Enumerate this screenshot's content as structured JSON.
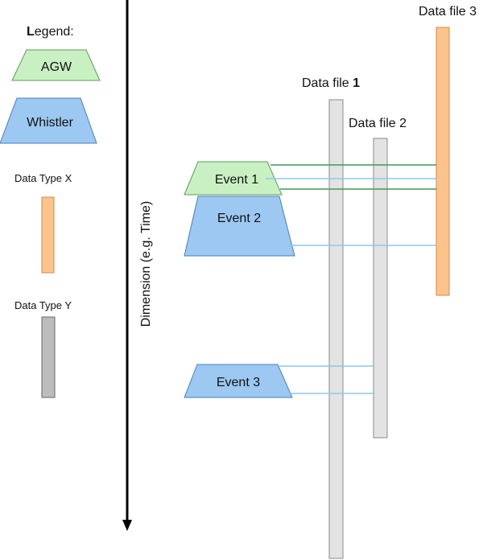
{
  "legend": {
    "title_bold_part": "L",
    "title_rest": "egend:",
    "agw_label": "AGW",
    "whistler_label": "Whistler",
    "type_x_label": "Data Type X",
    "type_y_label": "Data Type Y"
  },
  "axis": {
    "label": "Dimension (e.g. Time)"
  },
  "data_files": {
    "file1_prefix": "Data file ",
    "file1_number": "1",
    "file2_label": "Data file 2",
    "file3_label": "Data file 3"
  },
  "events": {
    "event1": "Event 1",
    "event2": "Event 2",
    "event3": "Event 3"
  },
  "colors": {
    "agw_fill": "#c9f0c2",
    "agw_stroke": "#5a9e55",
    "whistler_fill": "#9cc8f2",
    "whistler_stroke": "#4a7fb8",
    "type_x_fill": "#fcc48c",
    "type_x_stroke": "#d08a4e",
    "type_y_fill": "#bcbcbc",
    "data_file_fill": "#e3e3e3",
    "data_file_stroke": "#8a8a8a",
    "green_link": "#3f9a55",
    "blue_link": "#8cc6ef",
    "axis": "#000000"
  }
}
